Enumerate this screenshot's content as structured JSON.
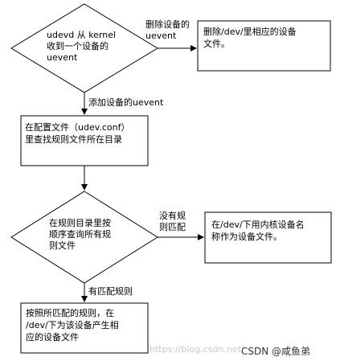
{
  "diamond1": {
    "line1": "udevd 从 kernel",
    "line2": "收到一个设备的",
    "line3": "uevent"
  },
  "edge_delete": {
    "line1": "删除设备的",
    "line2": "uevent"
  },
  "box_delete": {
    "line1": "删除/dev/里相应的设备",
    "line2": "文件。"
  },
  "edge_add": {
    "label": "添加设备的uevent"
  },
  "box_config": {
    "line1": "在配置文件（udev.conf）",
    "line2": "里查找规则文件所在目录"
  },
  "diamond2": {
    "line1": "在规则目录里按",
    "line2": "顺序查询所有规",
    "line3": "则文件"
  },
  "edge_nomatch": {
    "line1": "没有规",
    "line2": "则匹配"
  },
  "box_kernelname": {
    "line1": "在/dev/下用内核设备名",
    "line2": "称作为设备文件。"
  },
  "edge_match": {
    "label": "有匹配规则"
  },
  "box_create": {
    "line1": "按照所匹配的规则，在",
    "line2": "/dev/下为该设备产生相",
    "line3": "应的设备文件"
  },
  "watermark": "https://blog.csdn.net/",
  "credit": "CSDN @咸鱼弟"
}
